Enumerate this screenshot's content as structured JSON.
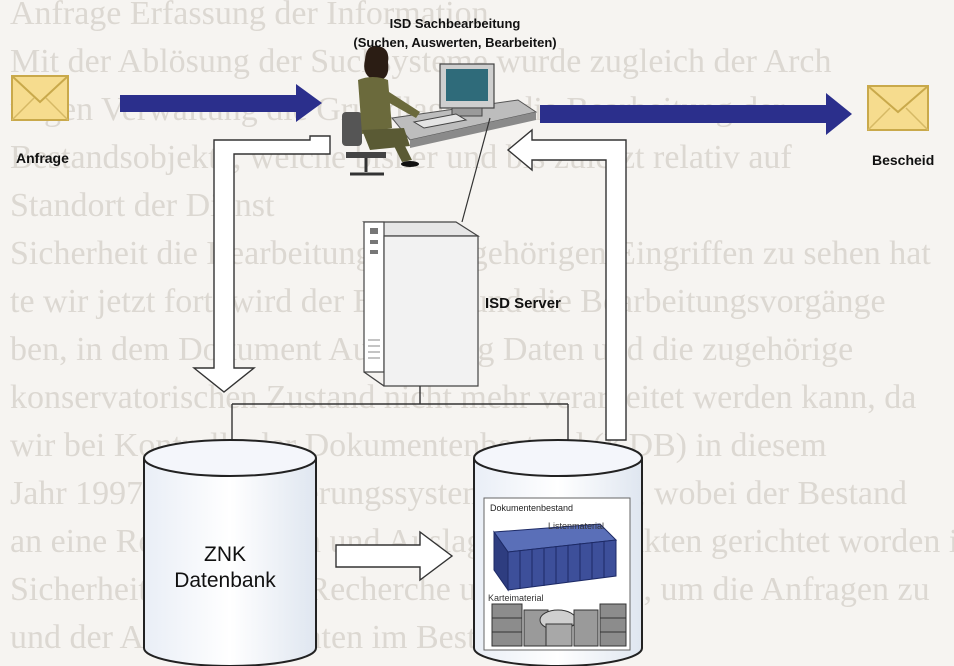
{
  "diagram": {
    "title_line1": "ISD Sachbearbeitung",
    "title_line2": "(Suchen, Auswerten, Bearbeiten)",
    "server_label": "ISD Server",
    "input_label": "Anfrage",
    "output_label": "Bescheid",
    "database_line1": "ZNK",
    "database_line2": "Datenbank",
    "archive_title": "Dokumentenbestand",
    "archive_sub1": "Listenmaterial",
    "archive_sub2": "Karteimaterial"
  },
  "colors": {
    "arrow_fill": "#2b2f8c",
    "outline": "#222222",
    "envelope": "#f6dc8e"
  }
}
